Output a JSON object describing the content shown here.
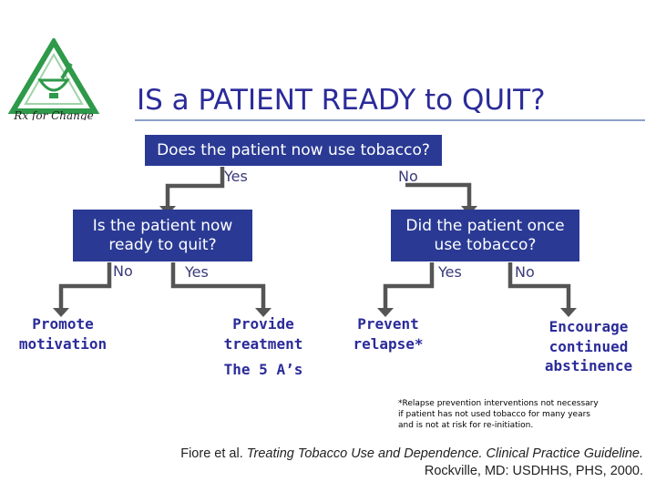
{
  "logo": {
    "text": "Rx for Change",
    "accent": "#2e9a4a"
  },
  "title": "IS a PATIENT READY to QUIT?",
  "colors": {
    "box": "#2a3a94",
    "title": "#2b2b9a",
    "arrow": "#555555"
  },
  "nodes": {
    "q1": "Does the patient now use tobacco?",
    "q2_line1": "Is the patient now",
    "q2_line2": "ready to quit?",
    "q3_line1": "Did the patient once",
    "q3_line2": "use tobacco?"
  },
  "edges": {
    "q1_yes": "Yes",
    "q1_no": "No",
    "q2_no": "No",
    "q2_yes": "Yes",
    "q3_yes": "Yes",
    "q3_no": "No"
  },
  "outcomes": {
    "promote_1": "Promote",
    "promote_2": "motivation",
    "provide_1": "Provide",
    "provide_2": "treatment",
    "five_as": "The 5 A’s",
    "prevent_1": "Prevent",
    "prevent_2": "relapse*",
    "encourage_1": "Encourage",
    "encourage_2": "continued",
    "encourage_3": "abstinence"
  },
  "footnote": {
    "line1": "*Relapse prevention interventions not necessary",
    "line2": "if patient has not used tobacco for many years",
    "line3": "and is not at risk for re-initiation."
  },
  "citation": {
    "authors": "Fiore et al.",
    "work": "Treating Tobacco Use and Dependence. Clinical Practice Guideline.",
    "publisher": "Rockville, MD: USDHHS, PHS, 2000."
  }
}
